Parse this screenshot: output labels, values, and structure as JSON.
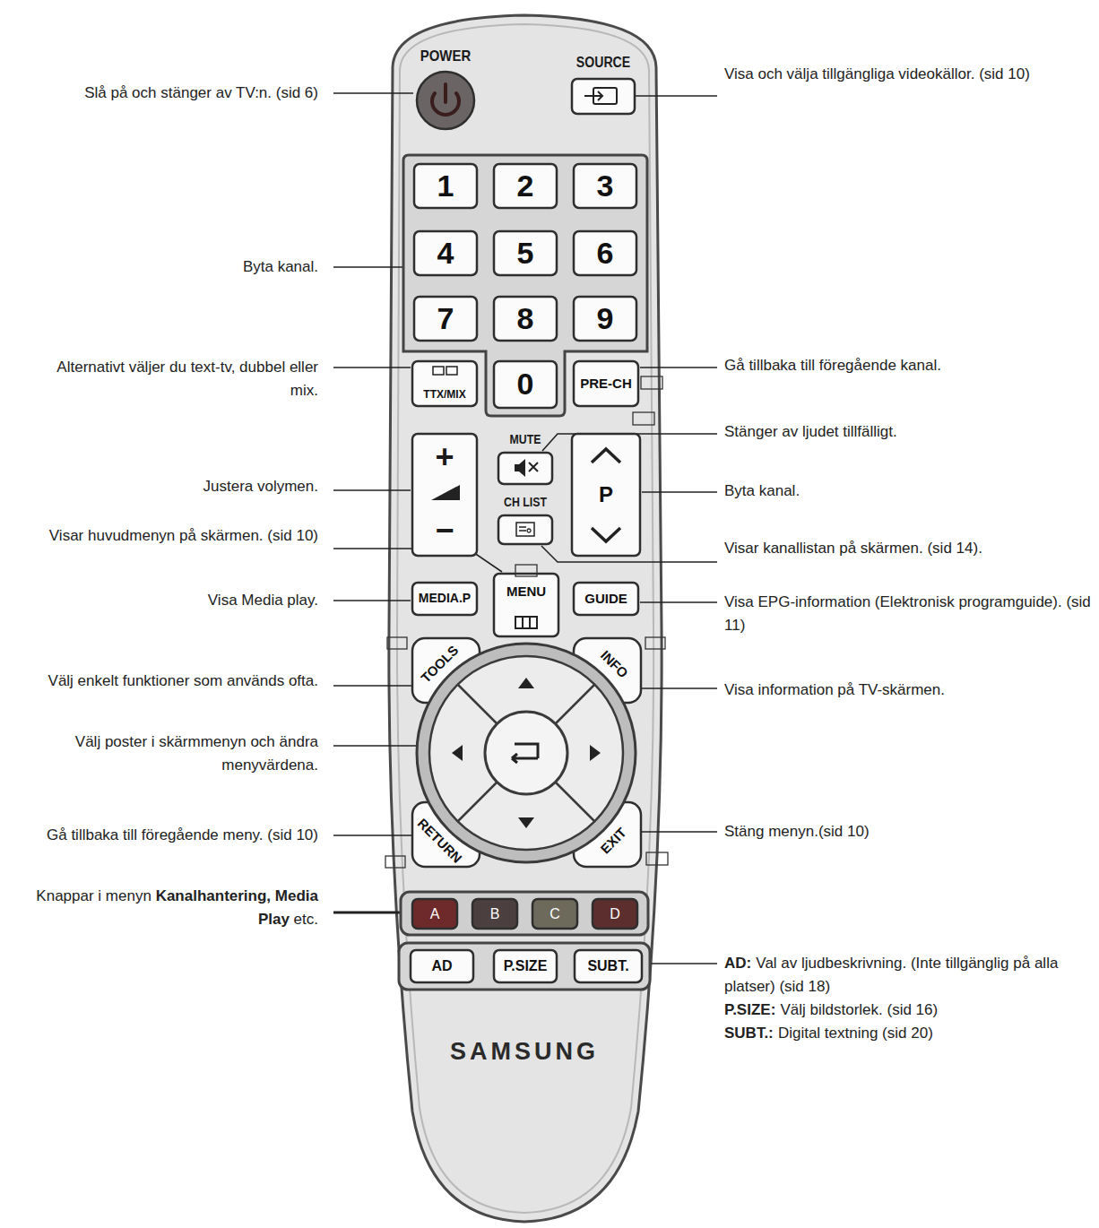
{
  "diagram": {
    "nodes": [
      {
        "text": [
          "SAMSUNG"
        ]
      },
      {
        "text": [
          "POWER"
        ],
        "in": 0
      },
      {
        "text": [
          "SOURCE"
        ],
        "in": 0
      },
      {
        "text": [
          "1"
        ],
        "in": 0
      },
      {
        "text": [
          "2"
        ],
        "in": 0
      },
      {
        "text": [
          "3"
        ],
        "in": 0
      },
      {
        "text": [
          "4"
        ],
        "in": 0
      },
      {
        "text": [
          "5"
        ],
        "in": 0
      },
      {
        "text": [
          "6"
        ],
        "in": 0
      },
      {
        "text": [
          "7"
        ],
        "in": 0
      },
      {
        "text": [
          "8"
        ],
        "in": 0
      },
      {
        "text": [
          "9"
        ],
        "in": 0
      },
      {
        "text": [
          "TTX/MIX"
        ],
        "in": 0
      },
      {
        "text": [
          "0"
        ],
        "in": 0
      },
      {
        "text": [
          "PRE-CH"
        ],
        "in": 0
      },
      {
        "text": [
          "+",
          "−"
        ],
        "in": 0
      },
      {
        "text": [
          "MUTE"
        ],
        "in": 0
      },
      {
        "text": [
          "CH LIST"
        ],
        "in": 0
      },
      {
        "text": [
          "P"
        ],
        "in": 0
      },
      {
        "text": [
          "MEDIA.P"
        ],
        "in": 0
      },
      {
        "text": [
          "MENU"
        ],
        "in": 0
      },
      {
        "text": [
          "GUIDE"
        ],
        "in": 0
      },
      {
        "text": [
          "TOOLS"
        ],
        "in": 0
      },
      {
        "text": [
          "INFO"
        ],
        "in": 0
      },
      {
        "text": [
          "RETURN"
        ],
        "in": 0
      },
      {
        "text": [
          "EXIT"
        ],
        "in": 0
      },
      {
        "text": [
          "A"
        ],
        "in": 0
      },
      {
        "text": [
          "B"
        ],
        "in": 0
      },
      {
        "text": [
          "C"
        ],
        "in": 0
      },
      {
        "text": [
          "D"
        ],
        "in": 0
      },
      {
        "text": [
          "AD"
        ],
        "in": 0
      },
      {
        "text": [
          "P.SIZE"
        ],
        "in": 0
      },
      {
        "text": [
          "SUBT."
        ],
        "in": 0
      }
    ],
    "labels": [
      "Slå på och stänger av TV:n. (sid 6)",
      "Visa och välja tillgängliga videokällor. (sid 10)",
      "Byta kanal.",
      "Alternativt väljer du text-tv, dubbel eller mix.",
      "Gå tillbaka till föregående kanal.",
      "Stänger av ljudet tillfälligt.",
      "Justera volymen.",
      "Byta kanal.",
      "Visar huvudmenyn på skärmen. (sid 10)",
      "Visar kanallistan på skärmen. (sid 14).",
      "Visa Media play.",
      "Visa EPG-information (Elektronisk programguide). (sid 11)",
      "Välj enkelt funktioner som används ofta.",
      "Visa information på TV-skärmen.",
      "Välj poster i skärmmenyn och ändra menyvärdena.",
      "Gå tillbaka till föregående meny. (sid 10)",
      "Stäng menyn.(sid 10)",
      "Knappar i menyn",
      "Kanalhantering, Media Play",
      "etc.",
      "AD:",
      "Val av ljudbeskrivning. (Inte tillgänglig på alla platser) (sid 18)",
      "P.SIZE:",
      "Välj bildstorlek. (sid 16)",
      "SUBT.:",
      "Digital textning (sid 20)"
    ]
  }
}
